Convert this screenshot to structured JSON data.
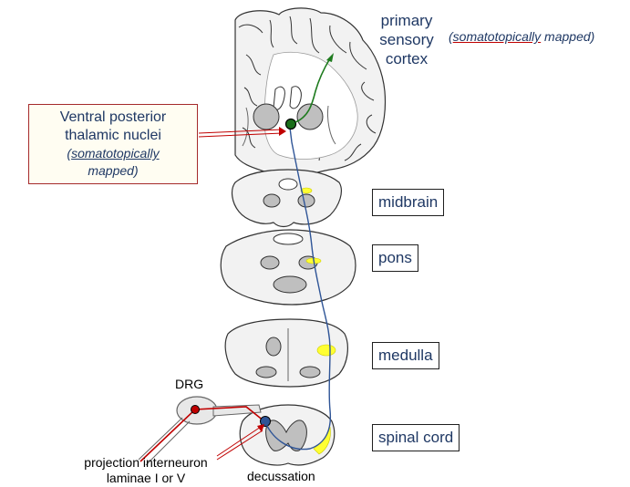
{
  "labels": {
    "cortex": [
      "primary",
      "sensory",
      "cortex"
    ],
    "somato_note_prefix": "(",
    "somato_note_underlined": "somatotopically",
    "somato_note_suffix": " mapped)",
    "vpn_title_line1": "Ventral posterior",
    "vpn_title_line2": "thalamic nuclei",
    "vpn_sub_open": "(",
    "vpn_sub_underlined": "somatotopically",
    "vpn_sub_line2": "mapped)",
    "midbrain": "midbrain",
    "pons": "pons",
    "medulla": "medulla",
    "spinal_cord": "spinal cord",
    "drg": "DRG",
    "projection_line1": "projection interneuron",
    "projection_line2": "laminae I or V",
    "decussation": "decussation"
  },
  "colors": {
    "text_blue": "#1f3864",
    "tissue_fill": "#f2f2f2",
    "tissue_stroke": "#333333",
    "nucleus_grey": "#bfbfbf",
    "tract_blue": "#2f5597",
    "cortex_green": "#1e7b1e",
    "dr_red": "#c00000",
    "highlight_yellow": "#ffff33",
    "box_border": "#a52a2a"
  },
  "icons": {
    "brain_section": "coronal-brain-section",
    "arrow": "arrowhead"
  }
}
